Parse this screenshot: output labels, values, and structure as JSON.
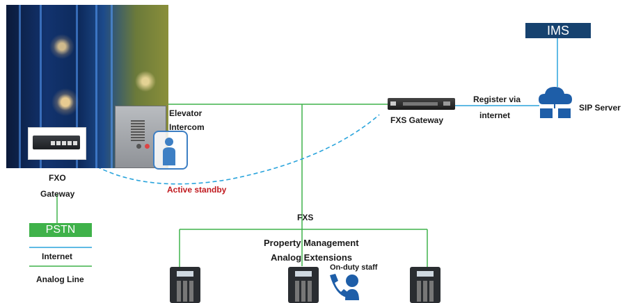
{
  "labels": {
    "elevator": "Elevator",
    "intercom": "Intercom",
    "fxo": "FXO",
    "gateway": "Gateway",
    "active_standby": "Active standby",
    "fxs": "FXS",
    "fxs_gateway": "FXS  Gateway",
    "register_via": "Register via",
    "internet_reg": "internet",
    "sip_server": "SIP Server",
    "ims": "IMS",
    "pstn": "PSTN",
    "legend_internet": "Internet",
    "legend_analog": "Analog Line",
    "property_mgmt": "Property Management",
    "analog_ext": "Analog Extensions",
    "on_duty": "On-duty staff"
  },
  "colors": {
    "analog_line": "#3fb24a",
    "internet_line": "#2aa4dc",
    "ims_box": "#16426f",
    "pstn_box": "#3fb24a",
    "standby_text": "#c0191e"
  },
  "icons": [
    "elevator-photo",
    "intercom-panel",
    "person-icon",
    "fxo-gateway-device",
    "fxs-gateway-device",
    "cloud-server-icon",
    "desk-phone-icon",
    "headset-staff-icon"
  ]
}
